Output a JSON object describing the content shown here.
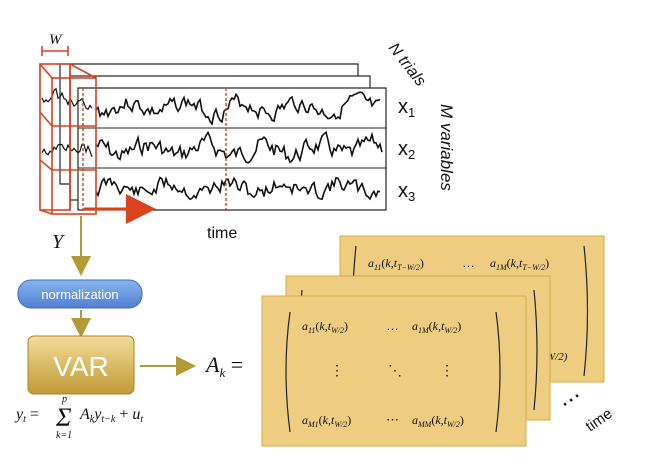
{
  "top": {
    "window_label": "W",
    "trials_label": "N trials",
    "variables_label": "M variables",
    "var_labels": [
      "x1",
      "x2",
      "x3"
    ],
    "time_label": "time",
    "Y_label": "Y"
  },
  "pipeline": {
    "normalization_label": "normalization",
    "var_label": "VAR",
    "equation": {
      "lhs": "y_t =",
      "sum_top": "p",
      "sum_bottom": "k=1",
      "rhs": "A_k y_{t−k} + u_t"
    }
  },
  "matrix": {
    "lhs": "A_k =",
    "front": {
      "r1c1": "a11(k,tW/2)",
      "r1c2": "…",
      "r1c3": "a1M(k,tW/2)",
      "r2c1": "⋮",
      "r2c2": "⋱",
      "r2c3": "⋮",
      "r3c1": "aM1(k,tW/2)",
      "r3c2": "⋯",
      "r3c3": "aMM(k,tW/2)"
    },
    "back": {
      "r1c1": "a11(k,tT−W/2)",
      "r1c2": "…",
      "r1c3": "a1M(k,tT−W/2)",
      "partial": "W/2)"
    },
    "dots": "⋯",
    "time_label": "time"
  },
  "colors": {
    "red": "#d9441f",
    "orange": "#c2481f",
    "gold_box": "#efcd80",
    "gold_stroke": "#d3aa48",
    "arrow_gold": "#b49a36",
    "norm_blue": "#5b8fd9",
    "var_gold": "#c9a23a"
  }
}
